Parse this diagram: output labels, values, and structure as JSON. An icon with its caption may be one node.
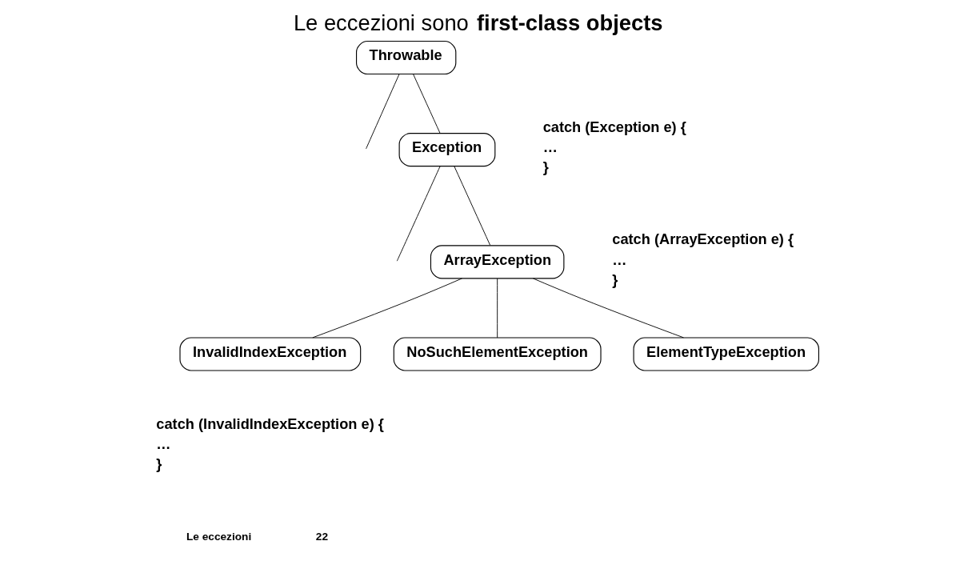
{
  "diagram": {
    "title": "Le eccezioni sono **first-class objects**",
    "nodes": [
      {
        "text": [
          "Throwable"
        ]
      },
      {
        "text": [
          "Exception"
        ]
      },
      {
        "text": [
          "ArrayException"
        ]
      },
      {
        "text": [
          "InvalidIndexException"
        ]
      },
      {
        "text": [
          "NoSuchElementException"
        ]
      },
      {
        "text": [
          "ElementTypeException"
        ]
      }
    ],
    "edges": [
      {
        "from": 0,
        "to": null,
        "arrow": "none"
      },
      {
        "from": 0,
        "to": 1,
        "arrow": "none"
      },
      {
        "from": 1,
        "to": null,
        "arrow": "none"
      },
      {
        "from": 1,
        "to": 2,
        "arrow": "none"
      },
      {
        "from": 2,
        "to": 3,
        "arrow": "none"
      },
      {
        "from": 2,
        "to": 4,
        "arrow": "none"
      },
      {
        "from": 2,
        "to": 5,
        "arrow": "none"
      }
    ],
    "labels": [
      "catch (Exception e) {",
      "…",
      "}",
      "catch (ArrayException e) {",
      "…",
      "}",
      "catch (InvalidIndexException e) {",
      "…",
      "}",
      "Le eccezioni",
      "22"
    ]
  }
}
